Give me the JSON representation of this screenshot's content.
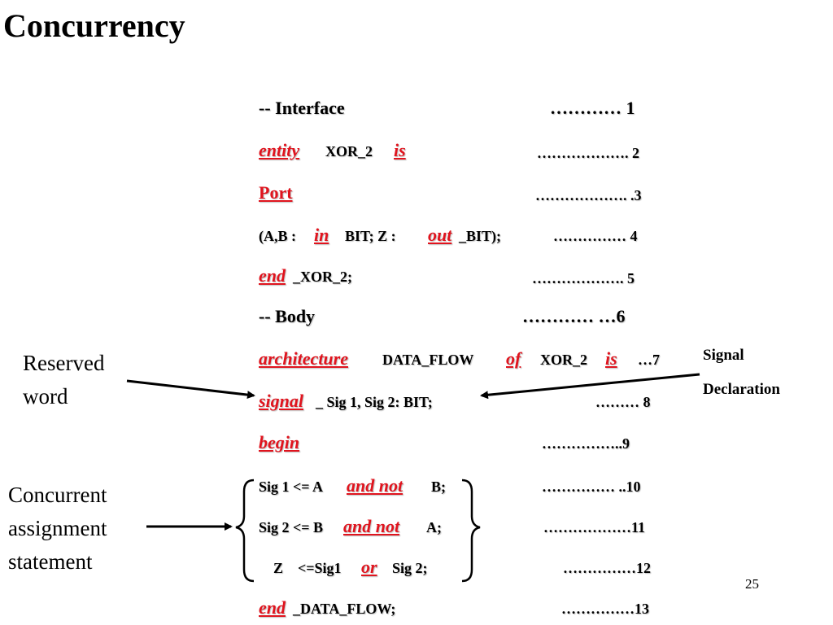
{
  "slide": {
    "title": "Concurrency",
    "page_number": "25"
  },
  "code": {
    "l1": {
      "text": "-- Interface",
      "dots": "………… 1"
    },
    "l2": {
      "kw1": "entity",
      "mid": "XOR_2",
      "kw2": "is",
      "dots": "………………. 2"
    },
    "l3": {
      "kw": "Port",
      "dots": "………………. .3"
    },
    "l4": {
      "pre": "(A,B :",
      "kw1": "in",
      "mid": "BIT;   Z :",
      "kw2": "out",
      "post": "_BIT);",
      "dots": "…………… 4"
    },
    "l5": {
      "kw": "end",
      "post": "_XOR_2;",
      "dots": "……………….   5"
    },
    "l6": {
      "text": "-- Body",
      "dots": "…………  …6"
    },
    "l7": {
      "kw1": "architecture",
      "mid1": "DATA_FLOW",
      "kw2": "of",
      "mid2": "XOR_2",
      "kw3": "is",
      "dots": "…7"
    },
    "l8": {
      "kw": "signal",
      "post": "_  Sig 1, Sig 2: BIT;",
      "dots": "……… 8"
    },
    "l9": {
      "kw": "begin",
      "dots": "……………..9"
    },
    "l10": {
      "pre": "Sig 1 <= A",
      "kw": "and  not",
      "post": "B;",
      "dots": "…………… ..10"
    },
    "l11": {
      "pre": "Sig 2 <= B",
      "kw": "and  not",
      "post": "A;",
      "dots": "………………11"
    },
    "l12": {
      "pre": "Z    <=Sig1",
      "kw": "or",
      "post": "Sig 2;",
      "dots": "……………12"
    },
    "l13": {
      "kw": "end",
      "post": "_DATA_FLOW;",
      "dots": "……………13"
    }
  },
  "annotations": {
    "reserved_word": [
      "Reserved",
      "word"
    ],
    "signal_declaration": [
      "Signal",
      "Declaration"
    ],
    "concurrent": [
      "Concurrent",
      "assignment",
      "statement"
    ]
  },
  "colors": {
    "keyword": "#e0141e",
    "text": "#000000",
    "background": "#ffffff"
  }
}
